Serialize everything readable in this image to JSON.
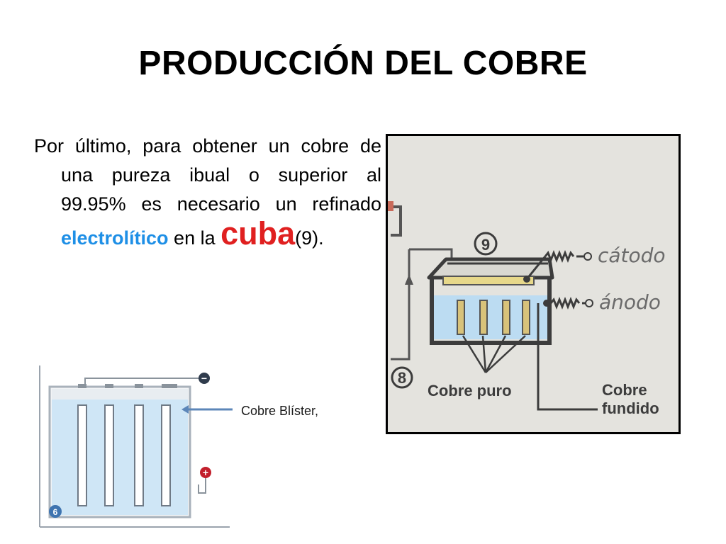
{
  "slide": {
    "title": "PRODUCCIÓN DEL COBRE",
    "paragraph": {
      "part1": "Por último, para obtener un cobre de una pureza ibual o superior al 99.95%  es necesario un refinado ",
      "highlight1": "electrolítico",
      "part2": " en la ",
      "highlight2": "cuba",
      "part3": "(9)."
    }
  },
  "diagram_right": {
    "cell_number": "9",
    "other_number": "8",
    "labels": {
      "cathode": "cátodo",
      "anode": "ánodo",
      "pure_copper": "Cobre puro",
      "molten_copper_line1": "Cobre",
      "molten_copper_line2": "fundido"
    }
  },
  "diagram_left": {
    "cell_number": "6",
    "negative_symbol": "−",
    "positive_symbol": "+",
    "blister_label": "Cobre Blíster,"
  },
  "colors": {
    "accent_blue": "#1e8fe6",
    "accent_red": "#e02020",
    "electrolyte_blue": "#bcdcf2",
    "electrode_yellow": "#d8c27a"
  }
}
